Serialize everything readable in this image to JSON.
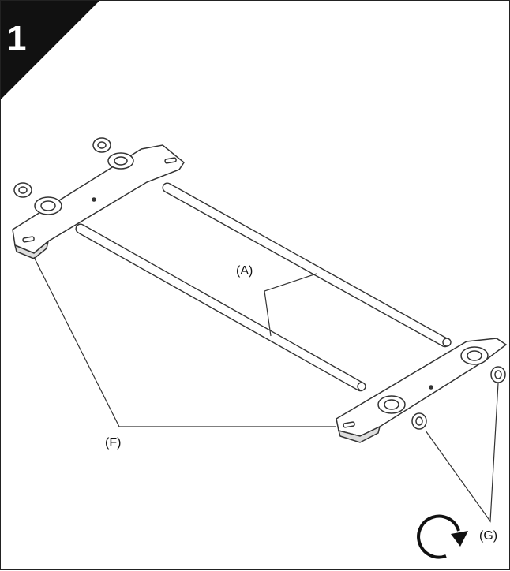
{
  "step": {
    "number": "1",
    "badge_color": "#111111"
  },
  "labels": {
    "a": "(A)",
    "f": "(F)",
    "g": "(G)"
  },
  "icons": {
    "rotate": "rotate-clockwise-icon"
  }
}
